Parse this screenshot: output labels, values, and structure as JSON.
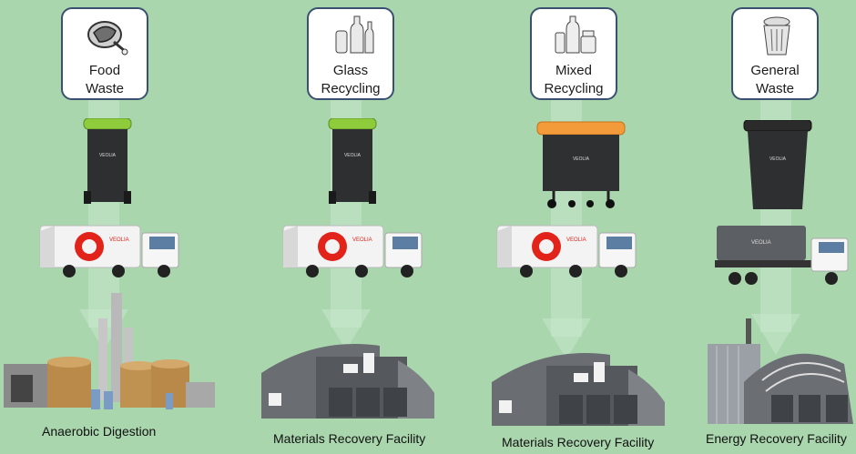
{
  "streams": [
    {
      "label_line1": "Food",
      "label_line2": "Waste",
      "icon": "food-waste-icon",
      "bin_lid_color": "#8fcc3c",
      "facility": "Anaerobic Digestion"
    },
    {
      "label_line1": "Glass",
      "label_line2": "Recycling",
      "icon": "glass-bottles-icon",
      "bin_lid_color": "#8fcc3c",
      "facility": "Materials Recovery Facility"
    },
    {
      "label_line1": "Mixed",
      "label_line2": "Recycling",
      "icon": "mixed-recycling-icon",
      "bin_lid_color": "#f39a3a",
      "facility": "Materials Recovery Facility"
    },
    {
      "label_line1": "General",
      "label_line2": "Waste",
      "icon": "general-waste-bin-icon",
      "bin_lid_color": "#2b2b2b",
      "facility": "Energy Recovery Facility"
    }
  ],
  "brand": "VEOLIA",
  "colors": {
    "background": "#a9d6ad",
    "brand_red": "#e2231a",
    "box_border": "#3a5070"
  }
}
